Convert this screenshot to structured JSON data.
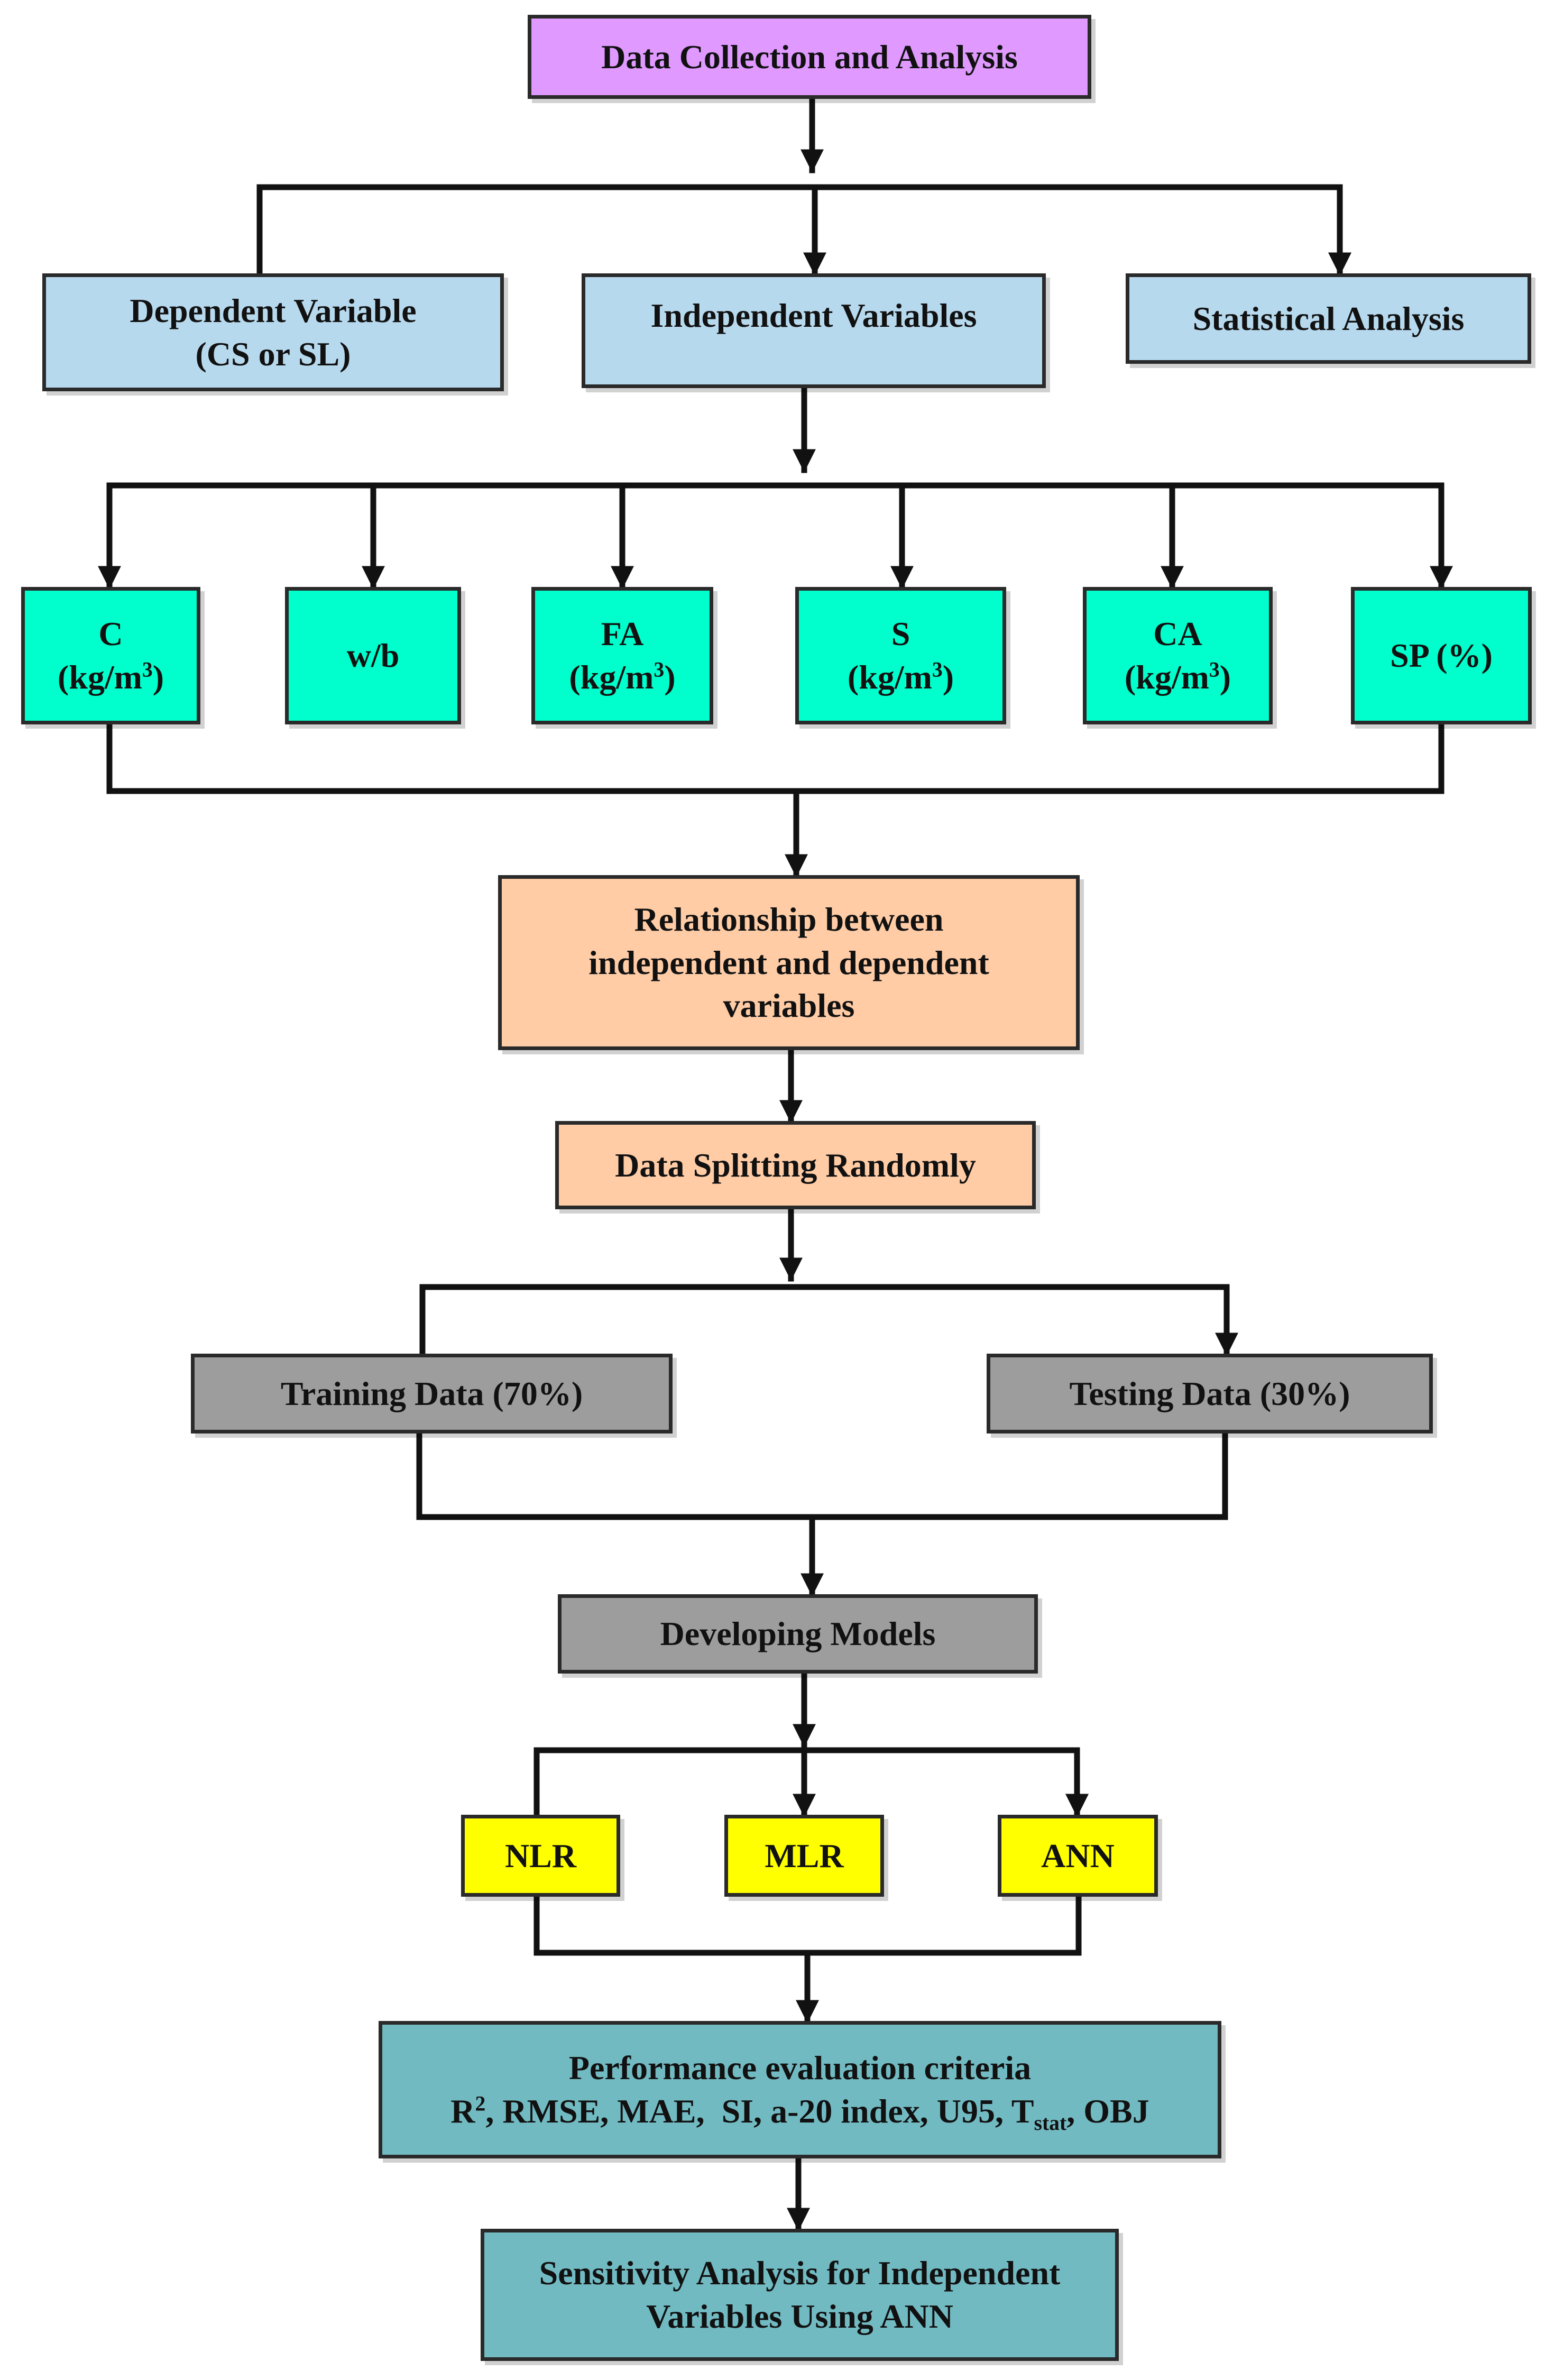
{
  "nodes": {
    "data_collection": "Data Collection and Analysis",
    "dependent_variable": {
      "line1": "Dependent Variable",
      "line2": "(CS or SL)"
    },
    "independent_variables": "Independent Variables",
    "statistical_analysis": "Statistical Analysis",
    "inputs": {
      "c": {
        "line1": "C",
        "line2": "(kg/m",
        "sup": "3",
        "tail": ")"
      },
      "wb": {
        "line1": "w/b"
      },
      "fa": {
        "line1": "FA",
        "line2": "(kg/m",
        "sup": "3",
        "tail": ")"
      },
      "s": {
        "line1": "S",
        "line2": "(kg/m",
        "sup": "3",
        "tail": ")"
      },
      "ca": {
        "line1": "CA",
        "line2": "(kg/m",
        "sup": "3",
        "tail": ")"
      },
      "sp": {
        "line1": "SP (%)"
      }
    },
    "relationship": {
      "line1": "Relationship between",
      "line2": "independent and dependent",
      "line3": "variables"
    },
    "data_splitting": "Data Splitting Randomly",
    "training_data": "Training Data (70%)",
    "testing_data": "Testing Data (30%)",
    "developing_models": "Developing Models",
    "models": {
      "nlr": "NLR",
      "mlr": "MLR",
      "ann": "ANN"
    },
    "performance": {
      "line1": "Performance evaluation criteria",
      "r": "R",
      "r_sup": "2",
      "metrics": ", RMSE, MAE,  SI, a-20 index, U95, T",
      "t_sub": "stat",
      "tail": ", OBJ"
    },
    "sensitivity": {
      "line1": "Sensitivity Analysis for Independent",
      "line2": "Variables Using ANN"
    }
  }
}
